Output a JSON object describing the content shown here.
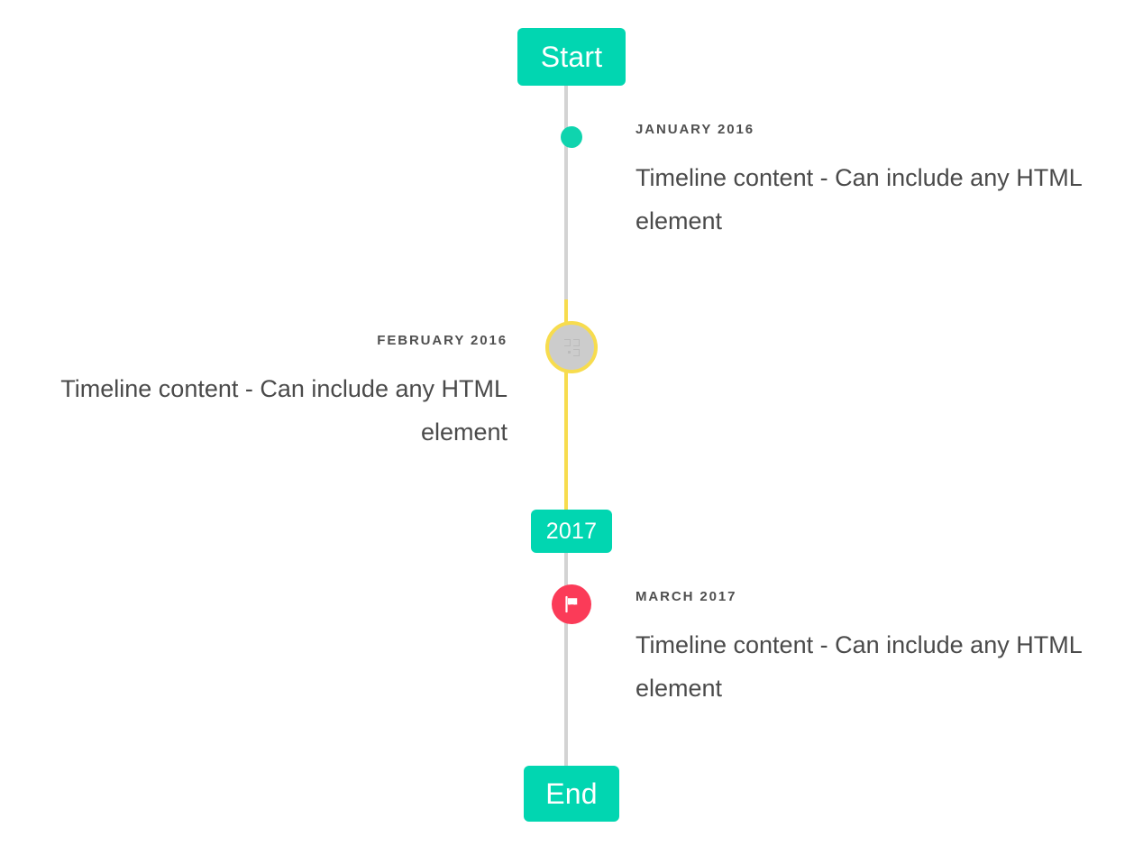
{
  "theme": {
    "accent_teal": "#01d6b1",
    "accent_yellow": "#f7dc4e",
    "accent_pink": "#fb3b58",
    "line_grey": "#d3d3d3",
    "text_dark": "#4a4a4a",
    "background": "#ffffff"
  },
  "timeline": {
    "start_label": "Start",
    "mid_label": "2017",
    "end_label": "End",
    "events": [
      {
        "date": "January 2016",
        "body": "Timeline content - Can include any HTML element",
        "side": "right",
        "marker": "dot",
        "marker_color": "#0fd4ae"
      },
      {
        "date": "February 2016",
        "body": "Timeline content - Can include any HTML element",
        "side": "left",
        "marker": "circle-image-placeholder",
        "marker_color": "#f7dc4e"
      },
      {
        "date": "March 2017",
        "body": "Timeline content - Can include any HTML element",
        "side": "right",
        "marker": "flag",
        "marker_color": "#fb3b58"
      }
    ]
  }
}
